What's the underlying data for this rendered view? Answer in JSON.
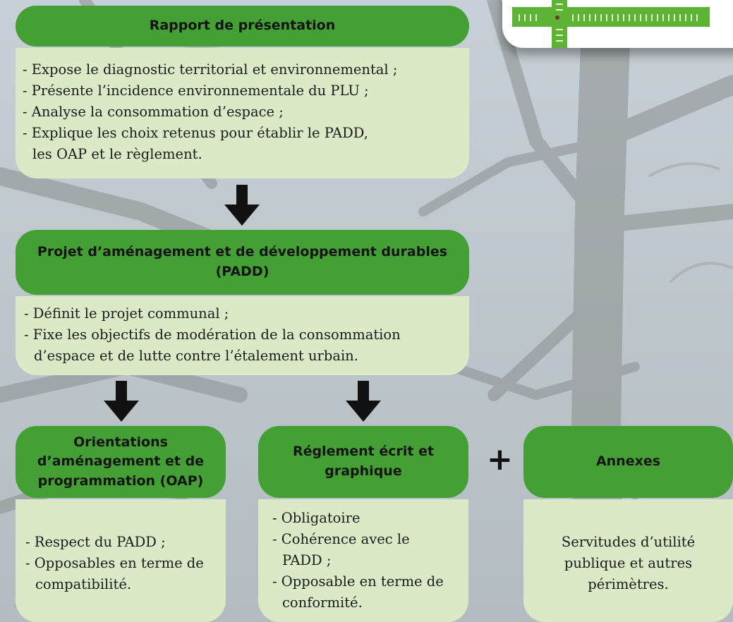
{
  "rapport": {
    "title": "Rapport de présentation",
    "lines": [
      "- Expose le diagnostic territorial et environnemental ;",
      "- Présente l’incidence environnementale du PLU ;",
      "- Analyse la consommation d’espace ;",
      "- Explique les choix retenus pour établir le PADD,",
      "les OAP et le règlement."
    ]
  },
  "padd": {
    "title_line1": "Projet d’aménagement et de développement durables",
    "title_line2": "(PADD)",
    "lines": [
      "- Définit le projet communal ;",
      "- Fixe les objectifs de modération de la consommation",
      "d’espace et de lutte contre l’étalement urbain."
    ]
  },
  "oap": {
    "title_line1": "Orientations",
    "title_line2": "d’aménagement et de",
    "title_line3": "programmation (OAP)",
    "lines": [
      "- Respect du PADD ;",
      "- Opposables en terme de",
      "compatibilité."
    ]
  },
  "reglement": {
    "title_line1": "Réglement écrit et",
    "title_line2": "graphique",
    "lines": [
      "- Obligatoire",
      "- Cohérence avec le",
      "PADD ;",
      "- Opposable en terme de",
      "conformité."
    ]
  },
  "plus": "+",
  "annexes": {
    "title": "Annexes",
    "lines": [
      "Servitudes d’utilité",
      "publique et autres",
      "périmètres."
    ]
  },
  "colors": {
    "header_green": "#44a034",
    "body_green": "#dbe9c7",
    "arrow": "#111111"
  },
  "icons": [
    "down-arrow-icon",
    "plus-icon",
    "ruler-logo"
  ]
}
